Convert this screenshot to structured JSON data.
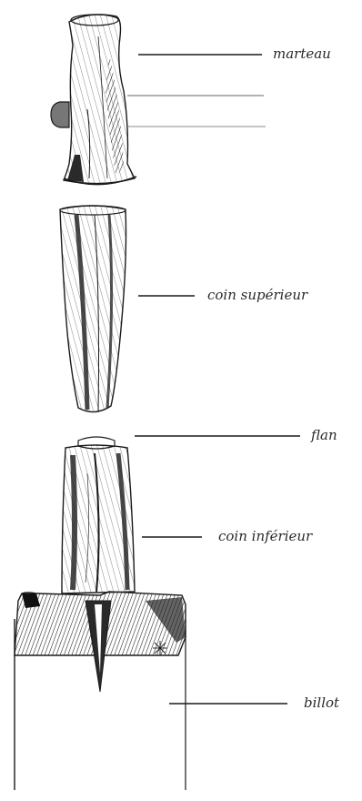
{
  "labels": {
    "marteau": "marteau",
    "coin_superieur": "coin supérieur",
    "flan": "flan",
    "coin_inferieur": "coin inférieur",
    "billot": "billot"
  },
  "colors": {
    "ink": "#1a1a1a",
    "paper": "#ffffff"
  }
}
